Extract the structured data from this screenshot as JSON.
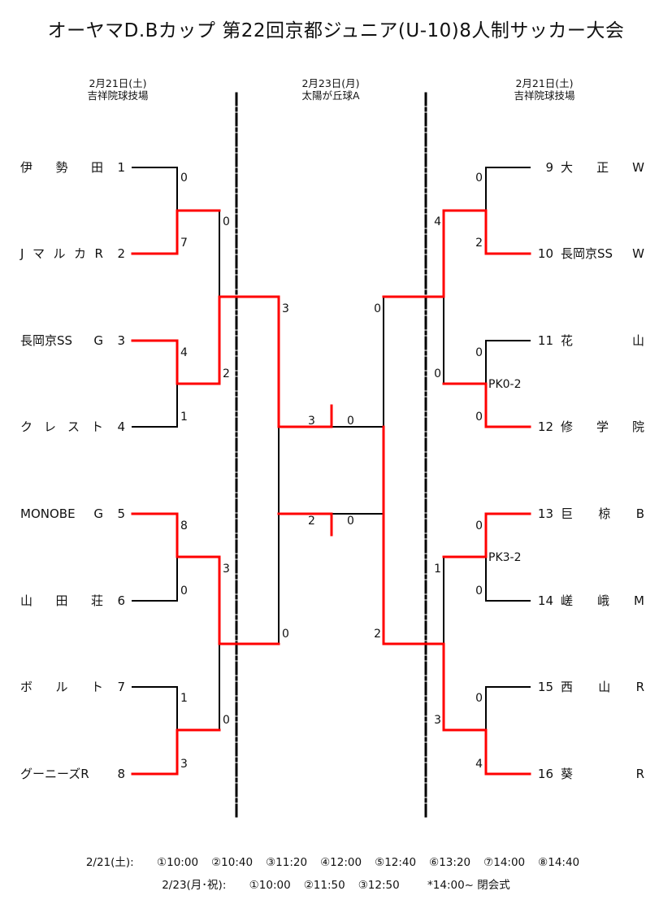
{
  "title": "オーヤマD.Bカップ 第22回京都ジュニア(U-10)8人制サッカー大会",
  "headers": {
    "left": {
      "date": "2月21日(土)",
      "venue": "吉祥院球技場"
    },
    "center": {
      "date": "2月23日(月)",
      "venue": "太陽が丘球A"
    },
    "right": {
      "date": "2月21日(土)",
      "venue": "吉祥院球技場"
    }
  },
  "teams_left": [
    {
      "num": "1",
      "name": "伊 勢 田"
    },
    {
      "num": "2",
      "name": "J マ ル カ R"
    },
    {
      "num": "3",
      "name": "長岡京SS G"
    },
    {
      "num": "4",
      "name": "ク レ ス ト"
    },
    {
      "num": "5",
      "name": "MONOBE G"
    },
    {
      "num": "6",
      "name": "山 田 荘"
    },
    {
      "num": "7",
      "name": "ボ ル ト"
    },
    {
      "num": "8",
      "name": "グーニーズR"
    }
  ],
  "teams_right": [
    {
      "num": "9",
      "name": "大 正 W"
    },
    {
      "num": "10",
      "name": "長岡京SS W"
    },
    {
      "num": "11",
      "name": "花 山"
    },
    {
      "num": "12",
      "name": "修 学 院"
    },
    {
      "num": "13",
      "name": "巨 椋 B"
    },
    {
      "num": "14",
      "name": "嵯 峨 M"
    },
    {
      "num": "15",
      "name": "西 山 R"
    },
    {
      "num": "16",
      "name": "葵 R"
    }
  ],
  "scores": {
    "l_r1": [
      "0",
      "7",
      "4",
      "1",
      "8",
      "0",
      "1",
      "3"
    ],
    "l_r2": [
      "0",
      "2",
      "3",
      "0"
    ],
    "l_sf": [
      "3",
      "0"
    ],
    "r_r1": [
      "0",
      "2",
      "0",
      "0",
      "0",
      "0",
      "0",
      "4"
    ],
    "r_pk": [
      "PK0-2",
      "PK3-2"
    ],
    "r_r2": [
      "4",
      "0",
      "1",
      "3"
    ],
    "r_sf": [
      "0",
      "2"
    ],
    "final": [
      "3",
      "0"
    ],
    "third": [
      "2",
      "0"
    ]
  },
  "schedule": {
    "day1_label": "2/21(土):",
    "day1": [
      "①10:00",
      "②10:40",
      "③11:20",
      "④12:00",
      "⑤12:40",
      "⑥13:20",
      "⑦14:00",
      "⑧14:40"
    ],
    "day2_label": "2/23(月･祝):",
    "day2": [
      "①10:00",
      "②11:50",
      "③12:50"
    ],
    "closing": "*14:00~ 閉会式"
  },
  "colors": {
    "winner": "#ff0000",
    "line": "#000000"
  }
}
